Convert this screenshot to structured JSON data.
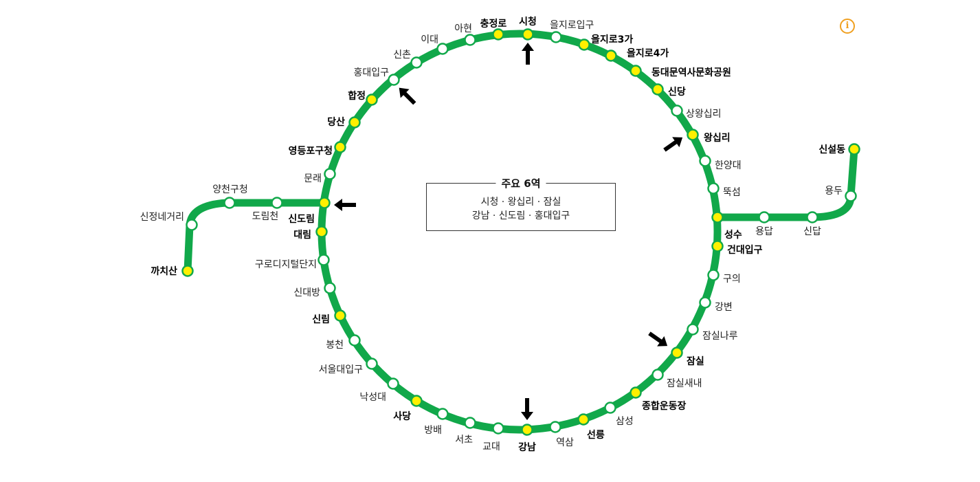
{
  "colors": {
    "line": "#11a84a",
    "major_fill": "#fff000",
    "minor_fill": "#ffffff",
    "arrow": "#000000",
    "info": "#f0a020"
  },
  "info_icon": {
    "symbol": "i",
    "icon": "info-icon"
  },
  "legend": {
    "title": "주요 6역",
    "line1": "시청 · 왕십리 · 잠실",
    "line2": "강남 · 신도림 · 홍대입구"
  },
  "loop_stations": [
    {
      "name": "시청",
      "major": true
    },
    {
      "name": "을지로입구",
      "major": false
    },
    {
      "name": "을지로3가",
      "major": true
    },
    {
      "name": "을지로4가",
      "major": true
    },
    {
      "name": "동대문역사문화공원",
      "major": true
    },
    {
      "name": "신당",
      "major": true
    },
    {
      "name": "상왕십리",
      "major": false
    },
    {
      "name": "왕십리",
      "major": true
    },
    {
      "name": "한양대",
      "major": false
    },
    {
      "name": "뚝섬",
      "major": false
    },
    {
      "name": "성수",
      "major": true
    },
    {
      "name": "건대입구",
      "major": true
    },
    {
      "name": "구의",
      "major": false
    },
    {
      "name": "강변",
      "major": false
    },
    {
      "name": "잠실나루",
      "major": false
    },
    {
      "name": "잠실",
      "major": true
    },
    {
      "name": "잠실새내",
      "major": false
    },
    {
      "name": "종합운동장",
      "major": true
    },
    {
      "name": "삼성",
      "major": false
    },
    {
      "name": "선릉",
      "major": true
    },
    {
      "name": "역삼",
      "major": false
    },
    {
      "name": "강남",
      "major": true
    },
    {
      "name": "교대",
      "major": false
    },
    {
      "name": "서초",
      "major": false
    },
    {
      "name": "방배",
      "major": false
    },
    {
      "name": "사당",
      "major": true
    },
    {
      "name": "낙성대",
      "major": false
    },
    {
      "name": "서울대입구",
      "major": false
    },
    {
      "name": "봉천",
      "major": false
    },
    {
      "name": "신림",
      "major": true
    },
    {
      "name": "신대방",
      "major": false
    },
    {
      "name": "구로디지털단지",
      "major": false
    },
    {
      "name": "대림",
      "major": true
    },
    {
      "name": "신도림",
      "major": true
    },
    {
      "name": "문래",
      "major": false
    },
    {
      "name": "영등포구청",
      "major": true
    },
    {
      "name": "당산",
      "major": true
    },
    {
      "name": "합정",
      "major": true
    },
    {
      "name": "홍대입구",
      "major": false
    },
    {
      "name": "신촌",
      "major": false
    },
    {
      "name": "이대",
      "major": false
    },
    {
      "name": "아현",
      "major": false
    },
    {
      "name": "충정로",
      "major": true
    }
  ],
  "seongsu_branch": [
    {
      "name": "용답",
      "major": false
    },
    {
      "name": "신답",
      "major": false
    },
    {
      "name": "용두",
      "major": false
    },
    {
      "name": "신설동",
      "major": true
    }
  ],
  "sindorim_branch": [
    {
      "name": "도림천",
      "major": false
    },
    {
      "name": "양천구청",
      "major": false
    },
    {
      "name": "신정네거리",
      "major": false
    },
    {
      "name": "까치산",
      "major": true
    }
  ]
}
